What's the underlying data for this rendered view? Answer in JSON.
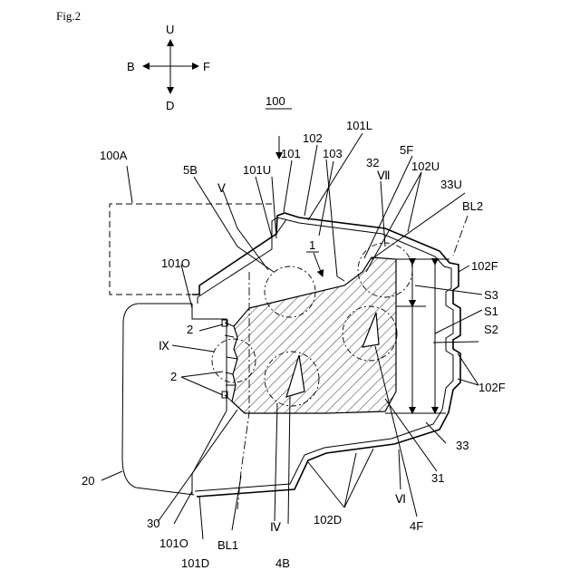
{
  "figure": {
    "title": "Fig.2"
  },
  "compass": {
    "up": "U",
    "down": "D",
    "back": "B",
    "front": "F"
  },
  "labels": {
    "l100": "100",
    "l100A": "100A",
    "l101": "101",
    "l101L": "101L",
    "l101U": "101U",
    "l101O_top": "101O",
    "l101O_bot": "101O",
    "l101D": "101D",
    "l102": "102",
    "l102U": "102U",
    "l102F_top": "102F",
    "l102F_bot": "102F",
    "l102D": "102D",
    "l103": "103",
    "l1": "1",
    "l2_top": "2",
    "l2_bot": "2",
    "l5B": "5B",
    "l5F": "5F",
    "l4B": "4B",
    "l4F": "4F",
    "l20": "20",
    "l30": "30",
    "l31": "31",
    "l32": "32",
    "l33": "33",
    "l33U": "33U",
    "lBL1": "BL1",
    "lBL2": "BL2",
    "lS1": "S1",
    "lS2": "S2",
    "lS3": "S3",
    "lIV": "Ⅳ",
    "lV": "Ⅴ",
    "lVI": "Ⅵ",
    "lVII": "Ⅶ",
    "lIX": "Ⅸ"
  }
}
